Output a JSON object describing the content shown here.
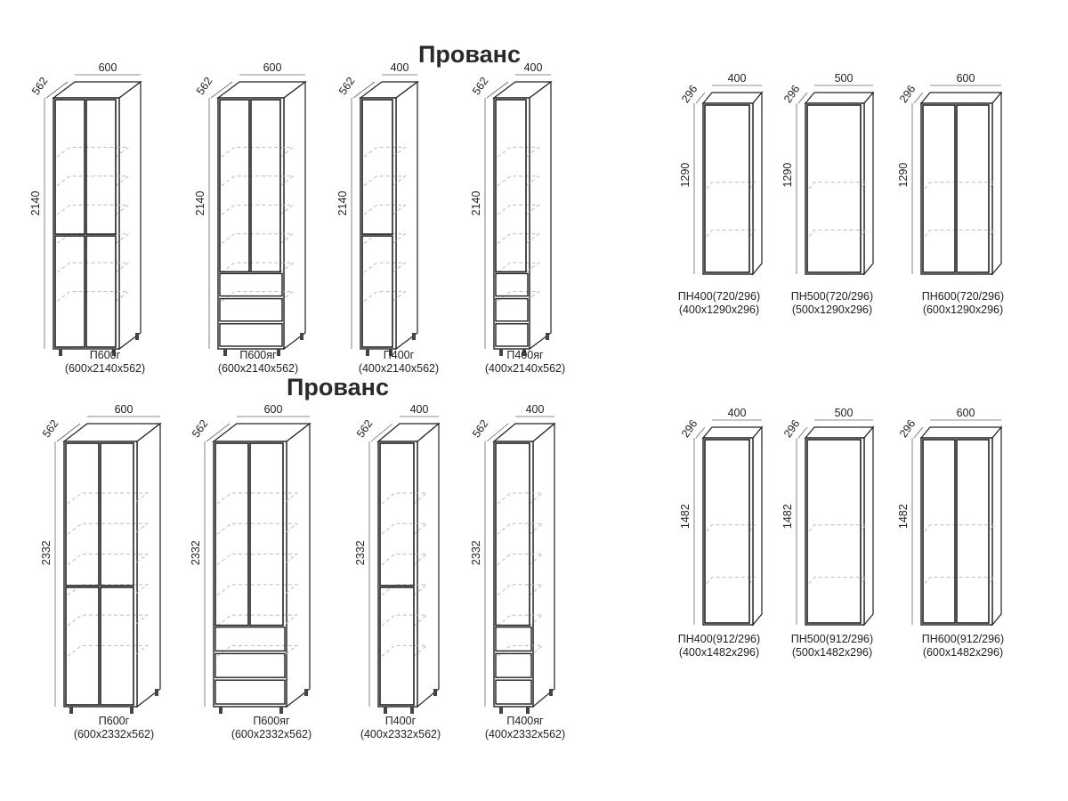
{
  "titles": [
    "Прованс",
    "Прованс"
  ],
  "cabinets": [
    {
      "name": "П600г",
      "dims": "(600х2140х562)",
      "w": "600",
      "d": "562",
      "h": "2140",
      "type": "tall",
      "doors": 2,
      "drawers": 0
    },
    {
      "name": "П600яг",
      "dims": "(600х2140х562)",
      "w": "600",
      "d": "562",
      "h": "2140",
      "type": "tall",
      "doors": 2,
      "drawers": 3
    },
    {
      "name": "П400г",
      "dims": "(400х2140х562)",
      "w": "400",
      "d": "562",
      "h": "2140",
      "type": "tall",
      "doors": 1,
      "drawers": 0
    },
    {
      "name": "П400яг",
      "dims": "(400х2140х562)",
      "w": "400",
      "d": "562",
      "h": "2140",
      "type": "tall",
      "doors": 1,
      "drawers": 3
    },
    {
      "name": "ПН400(720/296)",
      "dims": "(400х1290х296)",
      "w": "400",
      "d": "296",
      "h": "1290",
      "type": "wall",
      "doors": 1,
      "drawers": 0
    },
    {
      "name": "ПН500(720/296)",
      "dims": "(500х1290х296)",
      "w": "500",
      "d": "296",
      "h": "1290",
      "type": "wall",
      "doors": 1,
      "drawers": 0
    },
    {
      "name": "ПН600(720/296)",
      "dims": "(600х1290х296)",
      "w": "600",
      "d": "296",
      "h": "1290",
      "type": "wall",
      "doors": 2,
      "drawers": 0
    },
    {
      "name": "П600г",
      "dims": "(600х2332х562)",
      "w": "600",
      "d": "562",
      "h": "2332",
      "type": "tall",
      "doors": 2,
      "drawers": 0
    },
    {
      "name": "П600яг",
      "dims": "(600х2332х562)",
      "w": "600",
      "d": "562",
      "h": "2332",
      "type": "tall",
      "doors": 2,
      "drawers": 3
    },
    {
      "name": "П400г",
      "dims": "(400х2332х562)",
      "w": "400",
      "d": "562",
      "h": "2332",
      "type": "tall",
      "doors": 1,
      "drawers": 0
    },
    {
      "name": "П400яг",
      "dims": "(400х2332х562)",
      "w": "400",
      "d": "562",
      "h": "2332",
      "type": "tall",
      "doors": 1,
      "drawers": 3
    },
    {
      "name": "ПН400(912/296)",
      "dims": "(400х1482х296)",
      "w": "400",
      "d": "296",
      "h": "1482",
      "type": "wall",
      "doors": 1,
      "drawers": 0
    },
    {
      "name": "ПН500(912/296)",
      "dims": "(500х1482х296)",
      "w": "500",
      "d": "296",
      "h": "1482",
      "type": "wall",
      "doors": 1,
      "drawers": 0
    },
    {
      "name": "ПН600(912/296)",
      "dims": "(600х1482х296)",
      "w": "600",
      "d": "296",
      "h": "1482",
      "type": "wall",
      "doors": 2,
      "drawers": 0
    }
  ]
}
